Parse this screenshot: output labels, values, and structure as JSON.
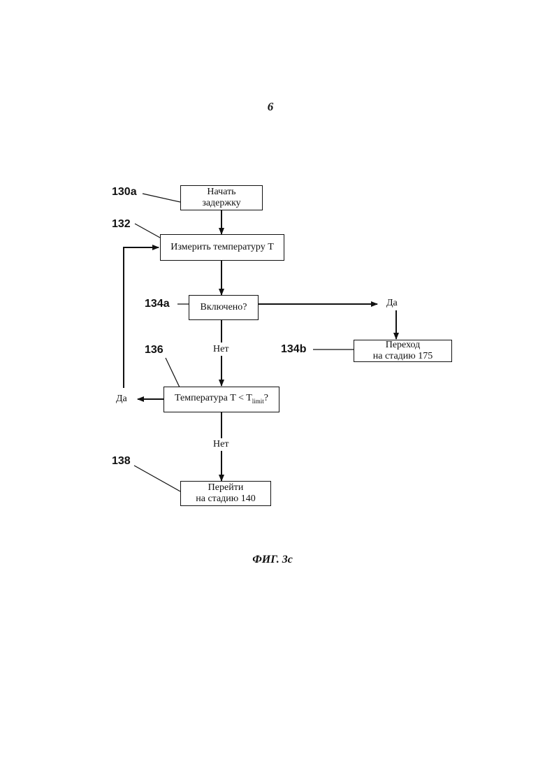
{
  "page_number": "6",
  "caption": "ФИГ. 3с",
  "nodes": {
    "n130a": {
      "ref": "130a",
      "line1": "Начать",
      "line2": "задержку"
    },
    "n132": {
      "ref": "132",
      "label": "Измерить температуру T"
    },
    "n134a": {
      "ref": "134a",
      "label": "Включено?"
    },
    "n134b": {
      "ref": "134b",
      "line1": "Переход",
      "line2": "на стадию 175"
    },
    "n136": {
      "ref": "136",
      "label_pre": "Температура T < T",
      "label_sub": "limit",
      "label_post": "?"
    },
    "n138": {
      "ref": "138",
      "line1": "Перейти",
      "line2": "на стадию 140"
    }
  },
  "branches": {
    "b134a_yes": "Да",
    "b134a_no": "Нет",
    "b136_yes": "Да",
    "b136_no": "Нет"
  }
}
